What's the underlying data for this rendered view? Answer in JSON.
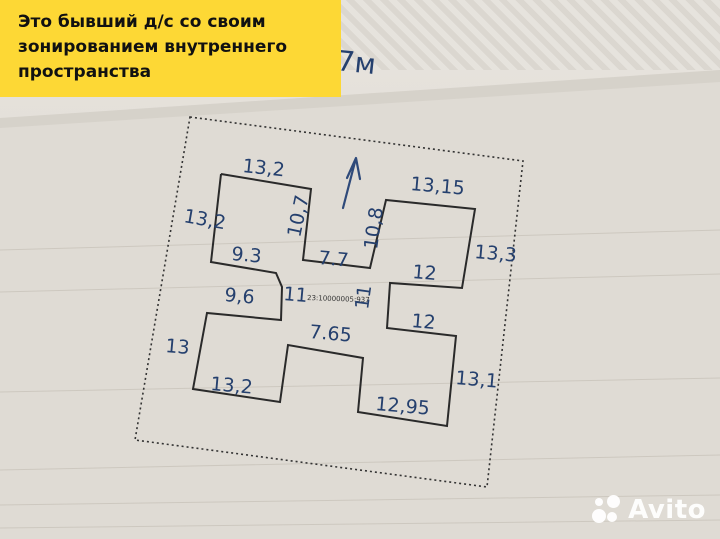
{
  "caption": {
    "lines": [
      "Это бывший д/с со своим",
      "зонированием внутреннего",
      "пространства"
    ]
  },
  "sketch": {
    "corner_note": "7м",
    "code": "23:10000005:937",
    "labels": [
      "13,2",
      "13,2",
      "10,7",
      "9.3",
      "7.7",
      "10,8",
      "13,15",
      "13,3",
      "12",
      "9,6",
      "11",
      "11",
      "12",
      "13",
      "7.65",
      "13,1",
      "13,2",
      "12,95"
    ]
  },
  "watermark": {
    "text": "Avito"
  }
}
